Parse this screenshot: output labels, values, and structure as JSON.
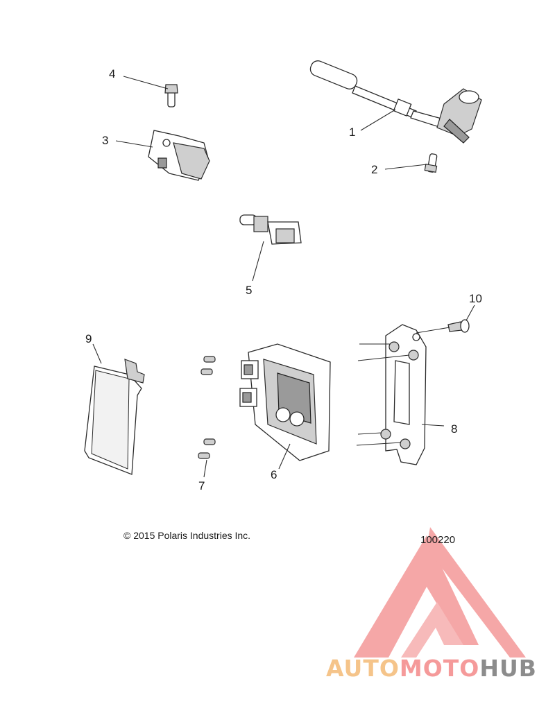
{
  "callouts": [
    "1",
    "2",
    "3",
    "4",
    "5",
    "6",
    "7",
    "8",
    "9",
    "10"
  ],
  "copyright": "© 2015 Polaris Industries Inc.",
  "drawing_number": "100220",
  "watermark": {
    "words": [
      "AUTO",
      "MOTO",
      "HUB"
    ],
    "colors": [
      "#f5c48a",
      "#f59a9a",
      "#8c8c8c"
    ],
    "mark_color": "#f28a8a"
  }
}
